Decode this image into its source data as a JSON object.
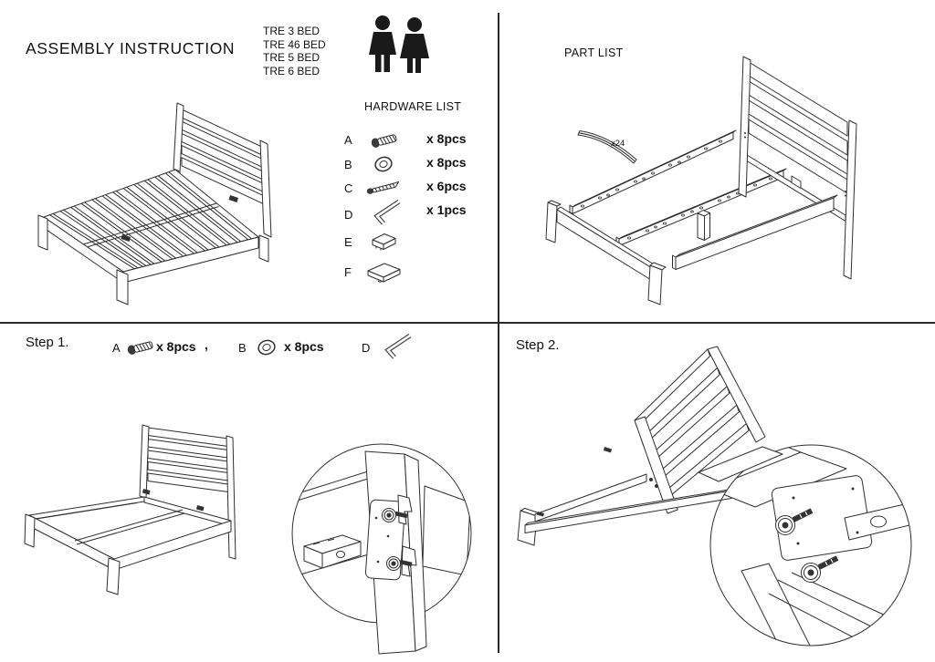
{
  "sheet": {
    "title": "ASSEMBLY INSTRUCTION",
    "models": [
      "TRE 3 BED",
      "TRE 46 BED",
      "TRE 5 BED",
      "TRE 6 BED"
    ]
  },
  "hardware_list": {
    "title": "HARDWARE LIST",
    "items": [
      {
        "id": "A",
        "icon": "bolt-icon",
        "qty": "x 8pcs"
      },
      {
        "id": "B",
        "icon": "washer-icon",
        "qty": "x 8pcs"
      },
      {
        "id": "C",
        "icon": "wood-screw-icon",
        "qty": "x 6pcs"
      },
      {
        "id": "D",
        "icon": "allen-key-icon",
        "qty": "x 1pcs"
      },
      {
        "id": "E",
        "icon": "slat-holder-block-icon",
        "qty": ""
      },
      {
        "id": "F",
        "icon": "bracket-plate-icon",
        "qty": ""
      }
    ]
  },
  "part_list": {
    "title": "PART LIST",
    "slat_qty": "x24"
  },
  "step1": {
    "label": "Step 1.",
    "separator": ",",
    "hardware": [
      {
        "id": "A",
        "icon": "bolt-icon",
        "qty": "x 8pcs"
      },
      {
        "id": "B",
        "icon": "washer-icon",
        "qty": "x 8pcs"
      },
      {
        "id": "D",
        "icon": "allen-key-icon",
        "qty": ""
      }
    ]
  },
  "step2": {
    "label": "Step 2."
  },
  "colors": {
    "line": "#2f2f2f",
    "text": "#111111",
    "fill_dark": "#333333"
  }
}
